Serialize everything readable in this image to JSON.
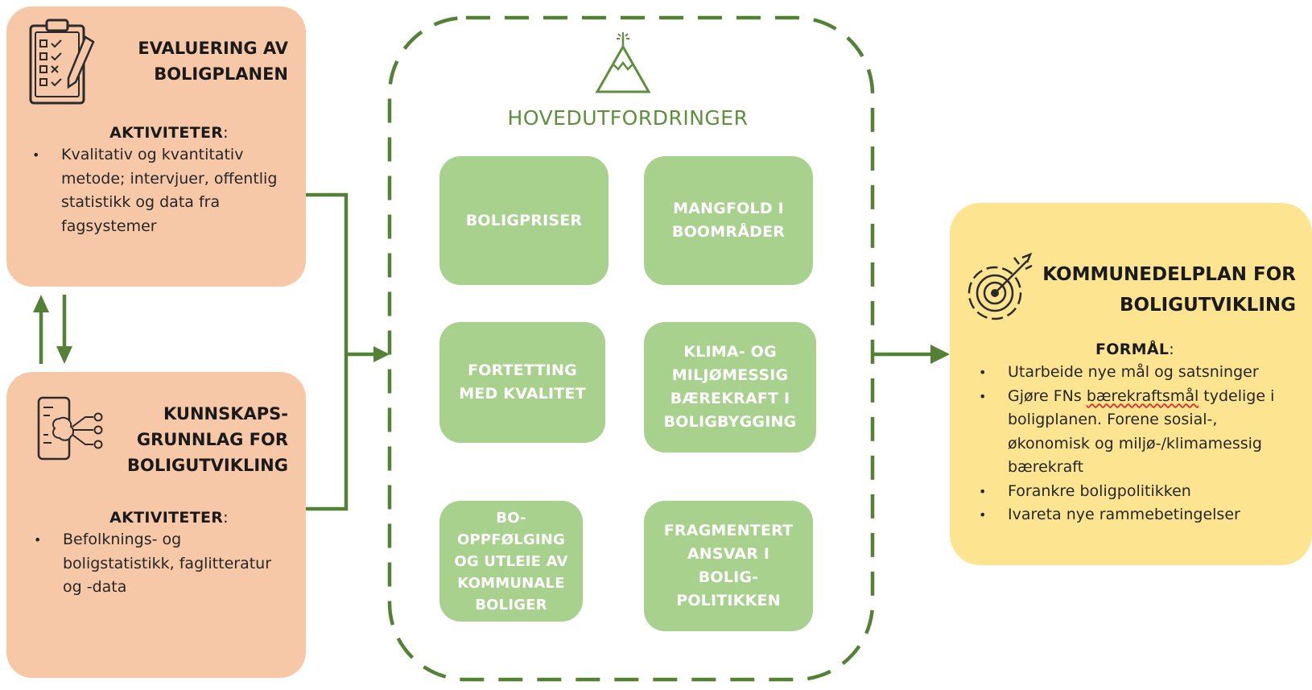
{
  "evaluation": {
    "title_lines": [
      "EVALUERING AV",
      "BOLIGPLANEN"
    ],
    "activities_label": "AKTIVITETER",
    "items": [
      "Kvalitativ og kvantitativ metode; intervjuer, offentlig statistikk og data fra fagsystemer"
    ],
    "icon": "clipboard-checklist-icon"
  },
  "knowledge": {
    "title_lines": [
      "KUNNSKAPS-",
      "GRUNNLAG FOR",
      "BOLIGUTVIKLING"
    ],
    "activities_label": "AKTIVITETER",
    "items": [
      "Befolknings- og boligstatistikk, faglitteratur og -data"
    ],
    "icon": "tablet-brain-network-icon"
  },
  "challenges": {
    "title": "HOVEDUTFORDRINGER",
    "icon": "mountain-summit-icon",
    "tiles": [
      "BOLIGPRISER",
      "MANGFOLD I BOOMRÅDER",
      "FORTETTING MED KVALITET",
      "KLIMA- OG MILJØMESSIG BÆREKRAFT I BOLIGBYGGING",
      "BO-OPPFØLGING OG UTLEIE AV KOMMUNALE BOLIGER",
      "FRAGMENTERT ANSVAR I BOLIG-POLITIKKEN"
    ]
  },
  "plan": {
    "title_lines": [
      "KOMMUNEDELPLAN FOR",
      "BOLIGUTVIKLING"
    ],
    "purpose_label": "FORMÅL",
    "items": [
      "Utarbeide nye mål og satsninger",
      "Gjøre FNs bærekraftsmål tydelige i boligplanen. Forene sosial-, økonomisk og miljø-/klimamessig bærekraft",
      "Forankre boligpolitikken",
      "Ivareta nye rammebetingelser"
    ],
    "icon": "target-arrow-icon"
  },
  "colors": {
    "peach": "#f7c8a8",
    "yellow": "#fde490",
    "tile_green": "#a9d18e",
    "line_green": "#538135",
    "title_green": "#5d8f3c"
  }
}
